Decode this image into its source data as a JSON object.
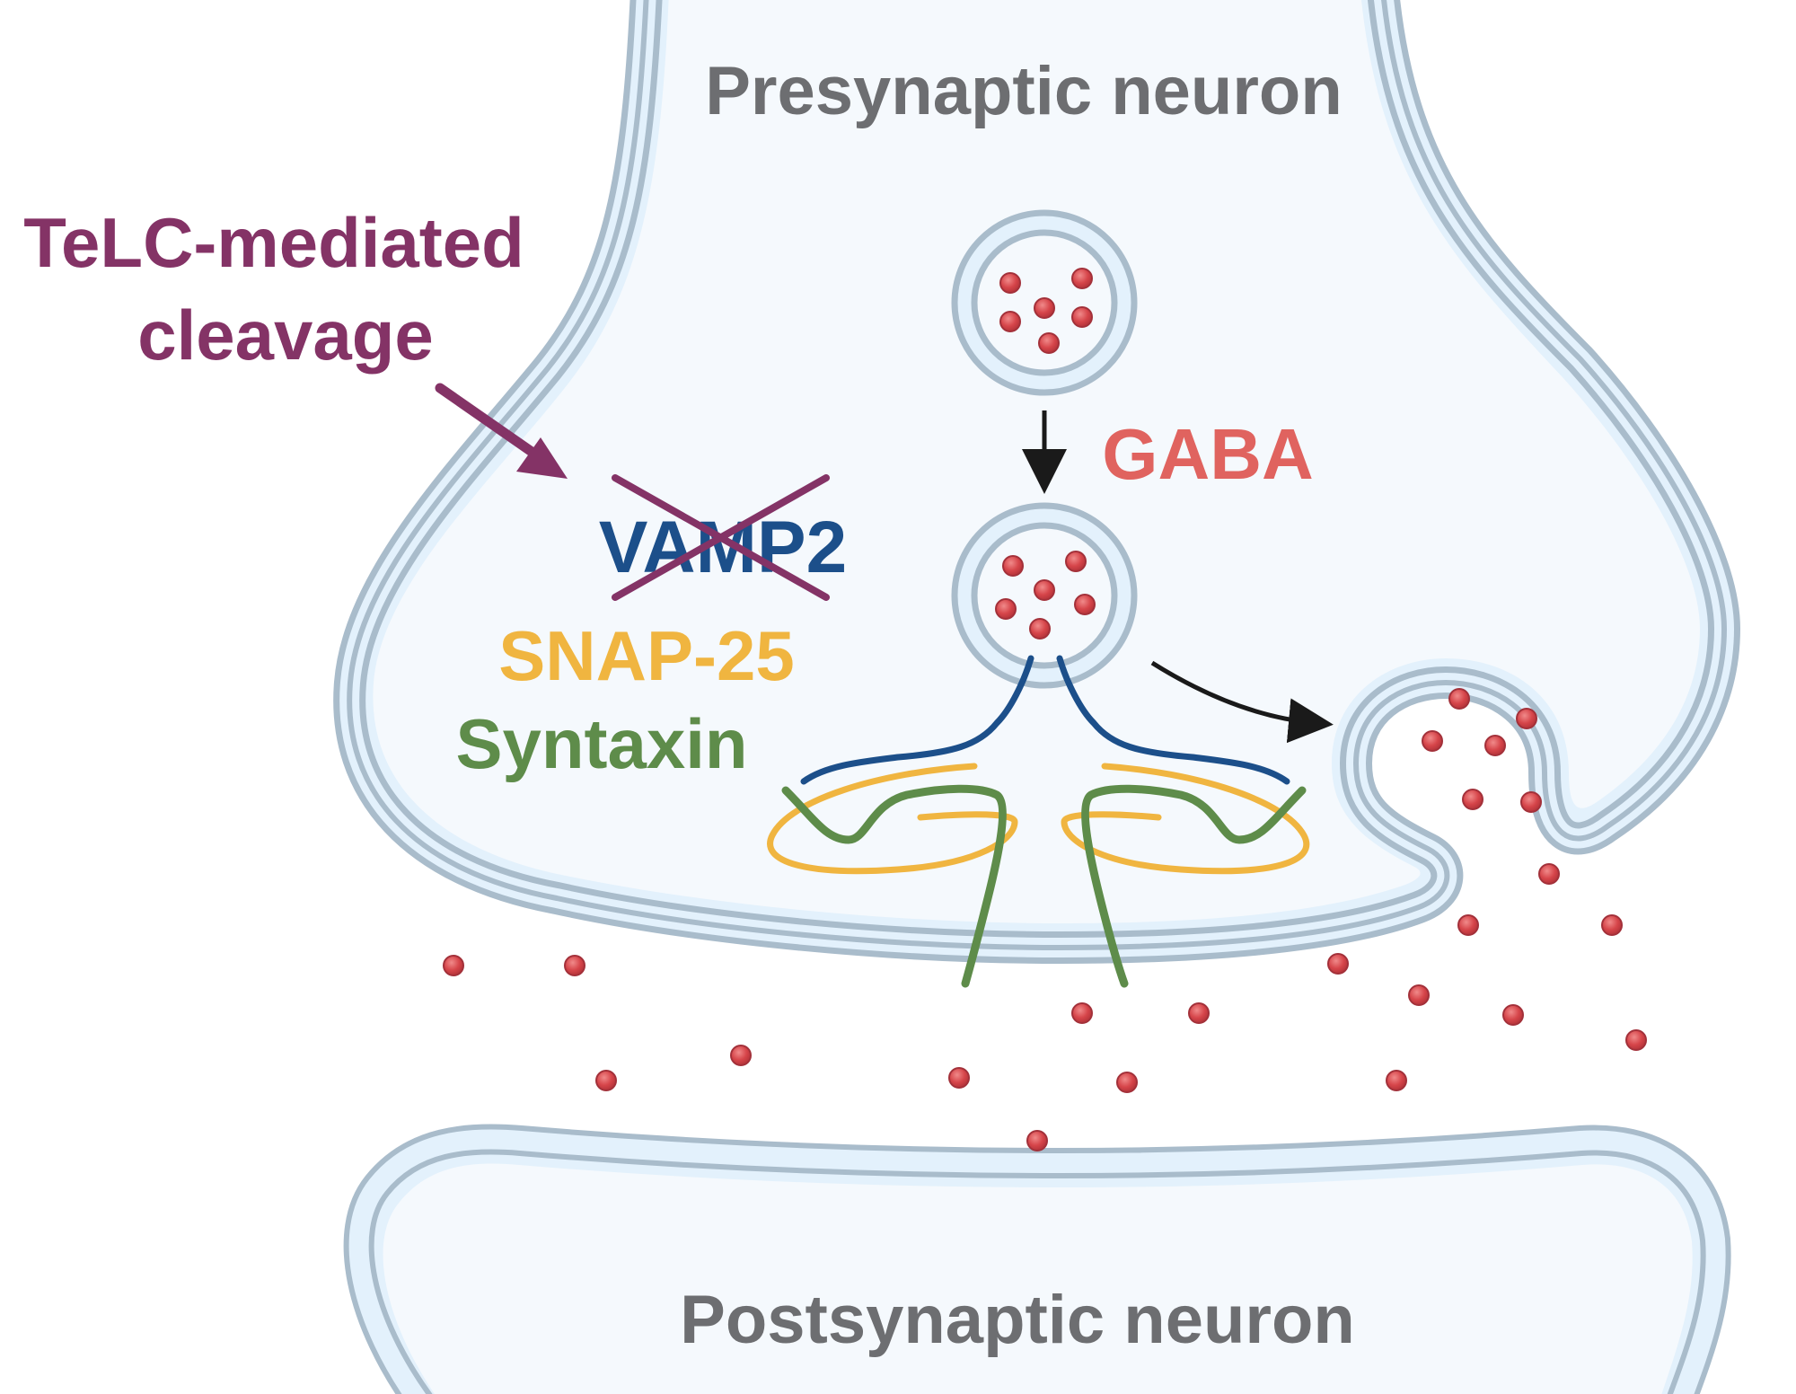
{
  "labels": {
    "presynaptic": "Presynaptic neuron",
    "postsynaptic": "Postsynaptic neuron",
    "telc_line1": "TeLC-mediated",
    "telc_line2": "cleavage",
    "gaba": "GABA",
    "vamp2": "VAMP2",
    "snap25": "SNAP-25",
    "syntaxin": "Syntaxin"
  },
  "colors": {
    "membrane_fill": "#e3f1fc",
    "membrane_stroke": "#a9bccb",
    "cell_fill": "#f5f9fd",
    "neuron_text": "#6d6e71",
    "telc": "#843366",
    "gaba": "#e0635f",
    "vamp2": "#1c4f8a",
    "snap25": "#f0b540",
    "syntaxin": "#5e8c4a",
    "molecule": "#d6454a",
    "arrow": "#1a1a1a"
  }
}
